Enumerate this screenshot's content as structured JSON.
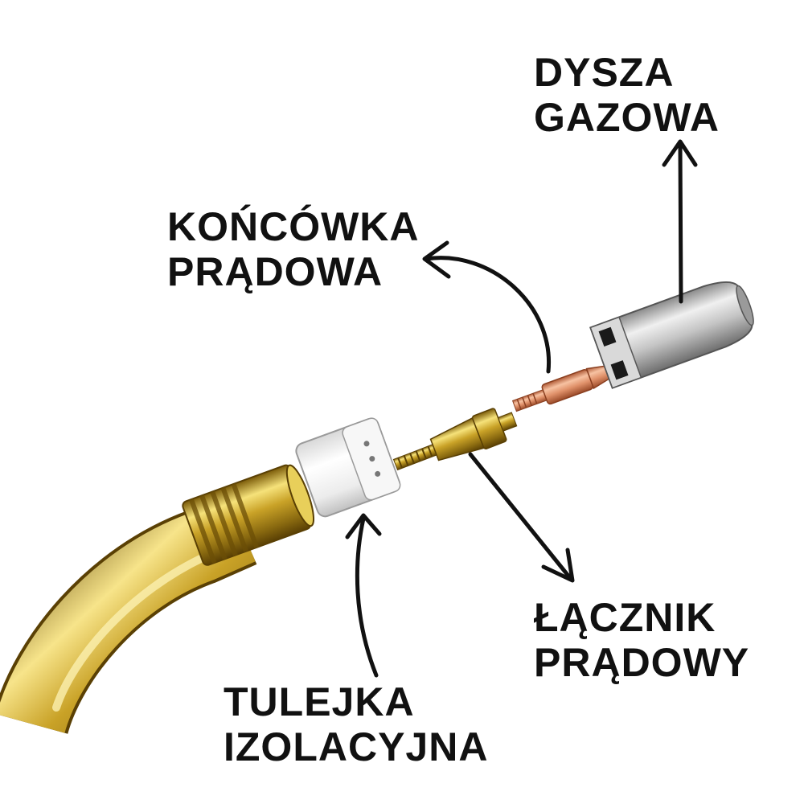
{
  "labels": {
    "gas_nozzle": {
      "line1": "DYSZA",
      "line2": "GAZOWA"
    },
    "contact_tip": {
      "line1": "KOŃCÓWKA",
      "line2": "PRĄDOWA"
    },
    "tip_holder": {
      "line1": "ŁĄCZNIK",
      "line2": "PRĄDOWY"
    },
    "insulator": {
      "line1": "TULEJKA",
      "line2": "IZOLACYJNA"
    }
  },
  "colors": {
    "text": "#111111",
    "arrow": "#111111",
    "brass": "#c9a227",
    "copper": "#e0916a",
    "steel": "#b8b8b8",
    "ceramic": "#f2f2f2"
  }
}
